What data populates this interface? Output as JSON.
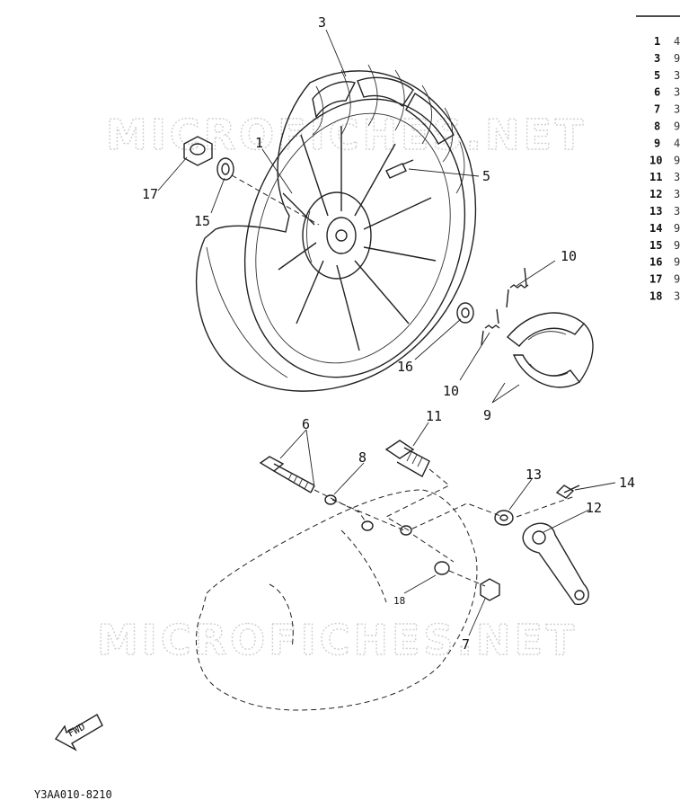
{
  "watermark": "MICROFICHES.NET",
  "diagram_code": "Y3AA010-8210",
  "fwd_label": "FWD",
  "callouts": [
    {
      "id": "3",
      "label": "3"
    },
    {
      "id": "1",
      "label": "1"
    },
    {
      "id": "5",
      "label": "5"
    },
    {
      "id": "17",
      "label": "17"
    },
    {
      "id": "15",
      "label": "15"
    },
    {
      "id": "10a",
      "label": "10"
    },
    {
      "id": "16",
      "label": "16"
    },
    {
      "id": "10b",
      "label": "10"
    },
    {
      "id": "9",
      "label": "9"
    },
    {
      "id": "6",
      "label": "6"
    },
    {
      "id": "11",
      "label": "11"
    },
    {
      "id": "8",
      "label": "8"
    },
    {
      "id": "13",
      "label": "13"
    },
    {
      "id": "14",
      "label": "14"
    },
    {
      "id": "12",
      "label": "12"
    },
    {
      "id": "18",
      "label": "18"
    },
    {
      "id": "7",
      "label": "7"
    }
  ],
  "legend": [
    {
      "num": "1",
      "frag": "4"
    },
    {
      "num": "3",
      "frag": "9"
    },
    {
      "num": "5",
      "frag": "3"
    },
    {
      "num": "6",
      "frag": "3"
    },
    {
      "num": "7",
      "frag": "3"
    },
    {
      "num": "8",
      "frag": "9"
    },
    {
      "num": "9",
      "frag": "4"
    },
    {
      "num": "10",
      "frag": "9"
    },
    {
      "num": "11",
      "frag": "3"
    },
    {
      "num": "12",
      "frag": "3"
    },
    {
      "num": "13",
      "frag": "3"
    },
    {
      "num": "14",
      "frag": "9"
    },
    {
      "num": "15",
      "frag": "9"
    },
    {
      "num": "16",
      "frag": "9"
    },
    {
      "num": "17",
      "frag": "9"
    },
    {
      "num": "18",
      "frag": "3"
    }
  ]
}
